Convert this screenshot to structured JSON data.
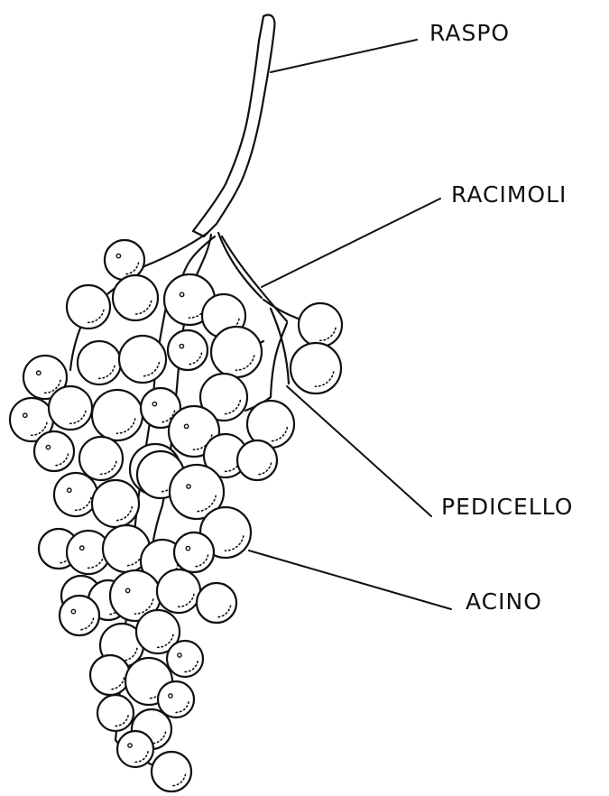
{
  "labels": {
    "raspo": "RASPO",
    "racimoli": "RACIMOLI",
    "pedicello": "PEDICELLO",
    "acino": "ACINO"
  },
  "colors": {
    "ink": "#111111",
    "fill": "#ffffff"
  }
}
